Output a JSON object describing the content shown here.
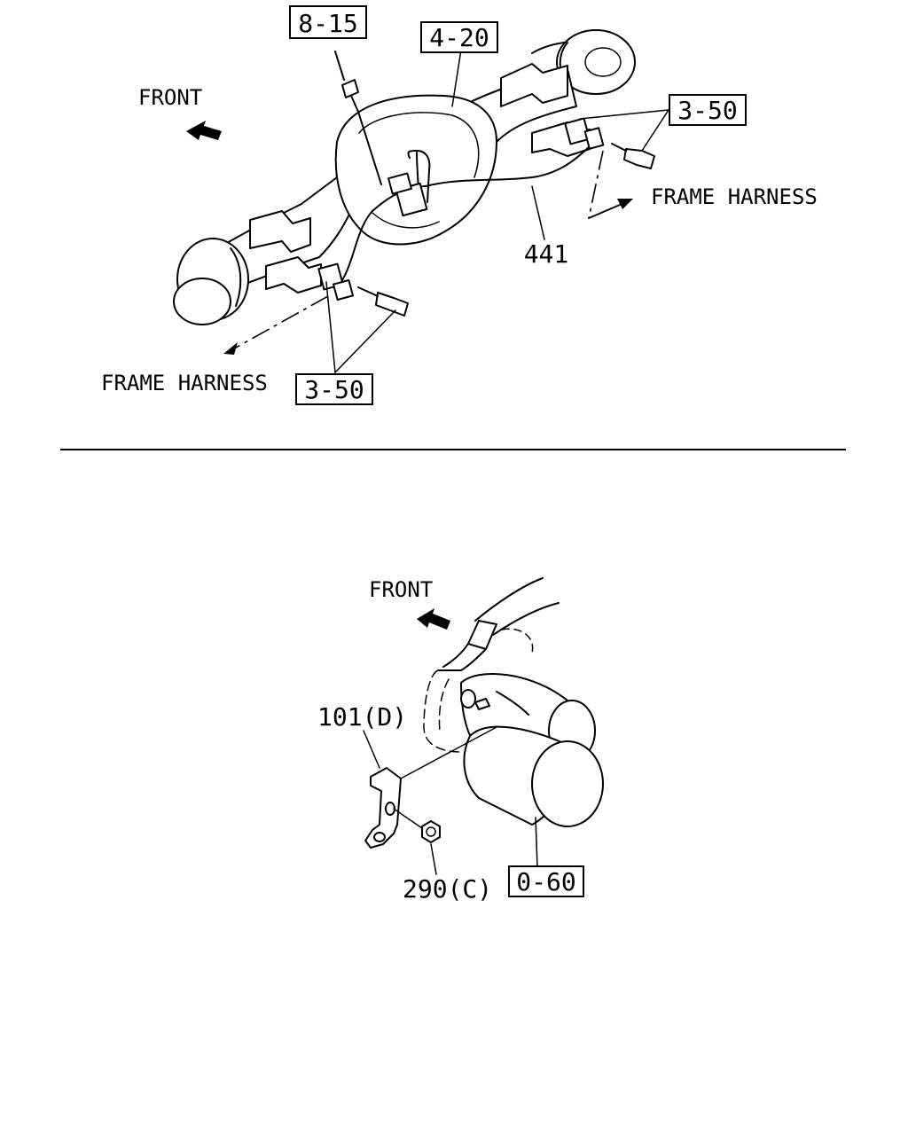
{
  "upper_diagram": {
    "front_label": "FRONT",
    "frame_harness_right": "FRAME HARNESS",
    "frame_harness_left": "FRAME HARNESS",
    "callouts": {
      "ref_8_15": "8-15",
      "ref_4_20": "4-20",
      "ref_3_50_right": "3-50",
      "ref_3_50_bottom": "3-50",
      "part_441": "441"
    }
  },
  "lower_diagram": {
    "front_label": "FRONT",
    "callouts": {
      "part_101": "101(D)",
      "part_290": "290(C)",
      "ref_0_60": "0-60"
    }
  }
}
